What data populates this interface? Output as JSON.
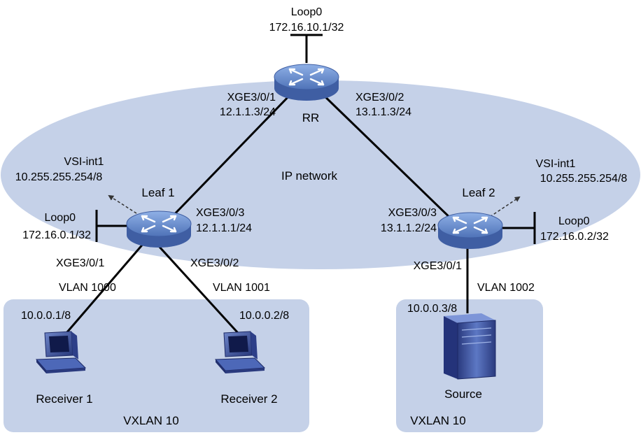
{
  "colors": {
    "ellipse_fill": "#c5d1e8",
    "box_fill": "#c5d1e8",
    "router_body": "#5b7fc4",
    "router_top": "#7ea0db",
    "link": "#000000"
  },
  "network": {
    "label": "IP network"
  },
  "rr": {
    "name": "RR",
    "loop_label": "Loop0",
    "loop_ip": "172.16.10.1/32",
    "if_left": "XGE3/0/1",
    "ip_left": "12.1.1.3/24",
    "if_right": "XGE3/0/2",
    "ip_right": "13.1.1.3/24"
  },
  "leaf1": {
    "name": "Leaf 1",
    "vsi_label": "VSI-int1",
    "vsi_ip": "10.255.255.254/8",
    "loop_label": "Loop0",
    "loop_ip": "172.16.0.1/32",
    "if_up": "XGE3/0/3",
    "ip_up": "12.1.1.1/24",
    "if_down_left": "XGE3/0/1",
    "if_down_right": "XGE3/0/2",
    "vlan_left": "VLAN 1000",
    "vlan_right": "VLAN 1001"
  },
  "leaf2": {
    "name": "Leaf 2",
    "vsi_label": "VSI-int1",
    "vsi_ip": "10.255.255.254/8",
    "loop_label": "Loop0",
    "loop_ip": "172.16.0.2/32",
    "if_up": "XGE3/0/3",
    "ip_up": "13.1.1.2/24",
    "if_down": "XGE3/0/1",
    "vlan_down": "VLAN 1002"
  },
  "receiver1": {
    "name": "Receiver 1",
    "ip": "10.0.0.1/8"
  },
  "receiver2": {
    "name": "Receiver 2",
    "ip": "10.0.0.2/8"
  },
  "source": {
    "name": "Source",
    "ip": "10.0.0.3/8"
  },
  "vxlan_left": {
    "label": "VXLAN 10"
  },
  "vxlan_right": {
    "label": "VXLAN 10"
  }
}
